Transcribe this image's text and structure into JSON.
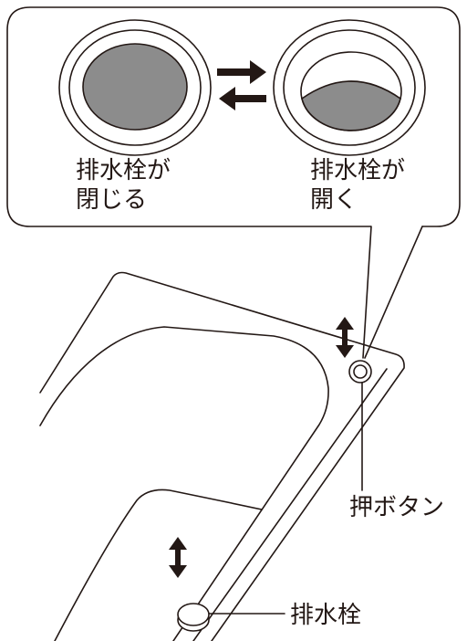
{
  "callout": {
    "closed_state": {
      "line1": "排水栓が",
      "line2": "閉じる"
    },
    "open_state": {
      "line1": "排水栓が",
      "line2": "開く"
    }
  },
  "labels": {
    "push_button": "押ボタン",
    "drain_plug": "排水栓"
  },
  "colors": {
    "stroke": "#231815",
    "plug_gray": "#8c8c8c"
  }
}
